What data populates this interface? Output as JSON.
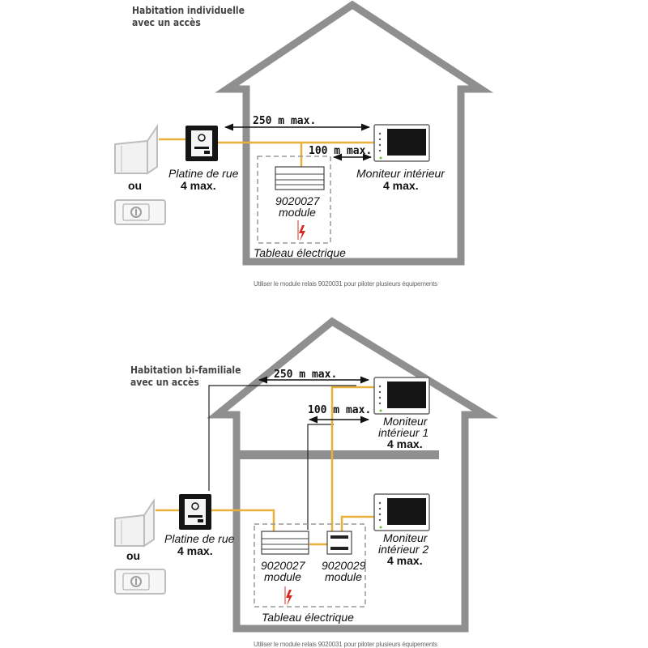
{
  "diagram1": {
    "title_line1": "Habitation individuelle",
    "title_line2": "avec un accès",
    "dist_long": "250 m max.",
    "dist_short": "100 m max.",
    "platine_label": "Platine de rue",
    "platine_max": "4 max.",
    "ou": "ou",
    "moniteur_label": "Moniteur intérieur",
    "moniteur_max": "4 max.",
    "module_code": "9020027",
    "module_word": "module",
    "tableau": "Tableau électrique",
    "caption": "Utiliser le module relais 9020031 pour piloter plusieurs équipements"
  },
  "diagram2": {
    "title_line1": "Habitation bi-familiale",
    "title_line2": "avec un accès",
    "dist_long": "250 m max.",
    "dist_short": "100 m max.",
    "moniteur1_line1": "Moniteur",
    "moniteur1_line2": "intérieur 1",
    "moniteur1_max": "4 max.",
    "platine_label": "Platine de rue",
    "platine_max": "4 max.",
    "ou": "ou",
    "moniteur2_line1": "Moniteur",
    "moniteur2_line2": "intérieur 2",
    "moniteur2_max": "4 max.",
    "module1_code": "9020027",
    "module1_word": "module",
    "module2_code": "9020029",
    "module2_word": "module",
    "tableau": "Tableau électrique",
    "caption": "Utiliser le module relais 9020031 pour piloter plusieurs équipements"
  },
  "colors": {
    "cable": "#e8b23a",
    "house": "#8f8f8f",
    "bolt": "#d42b1f"
  }
}
